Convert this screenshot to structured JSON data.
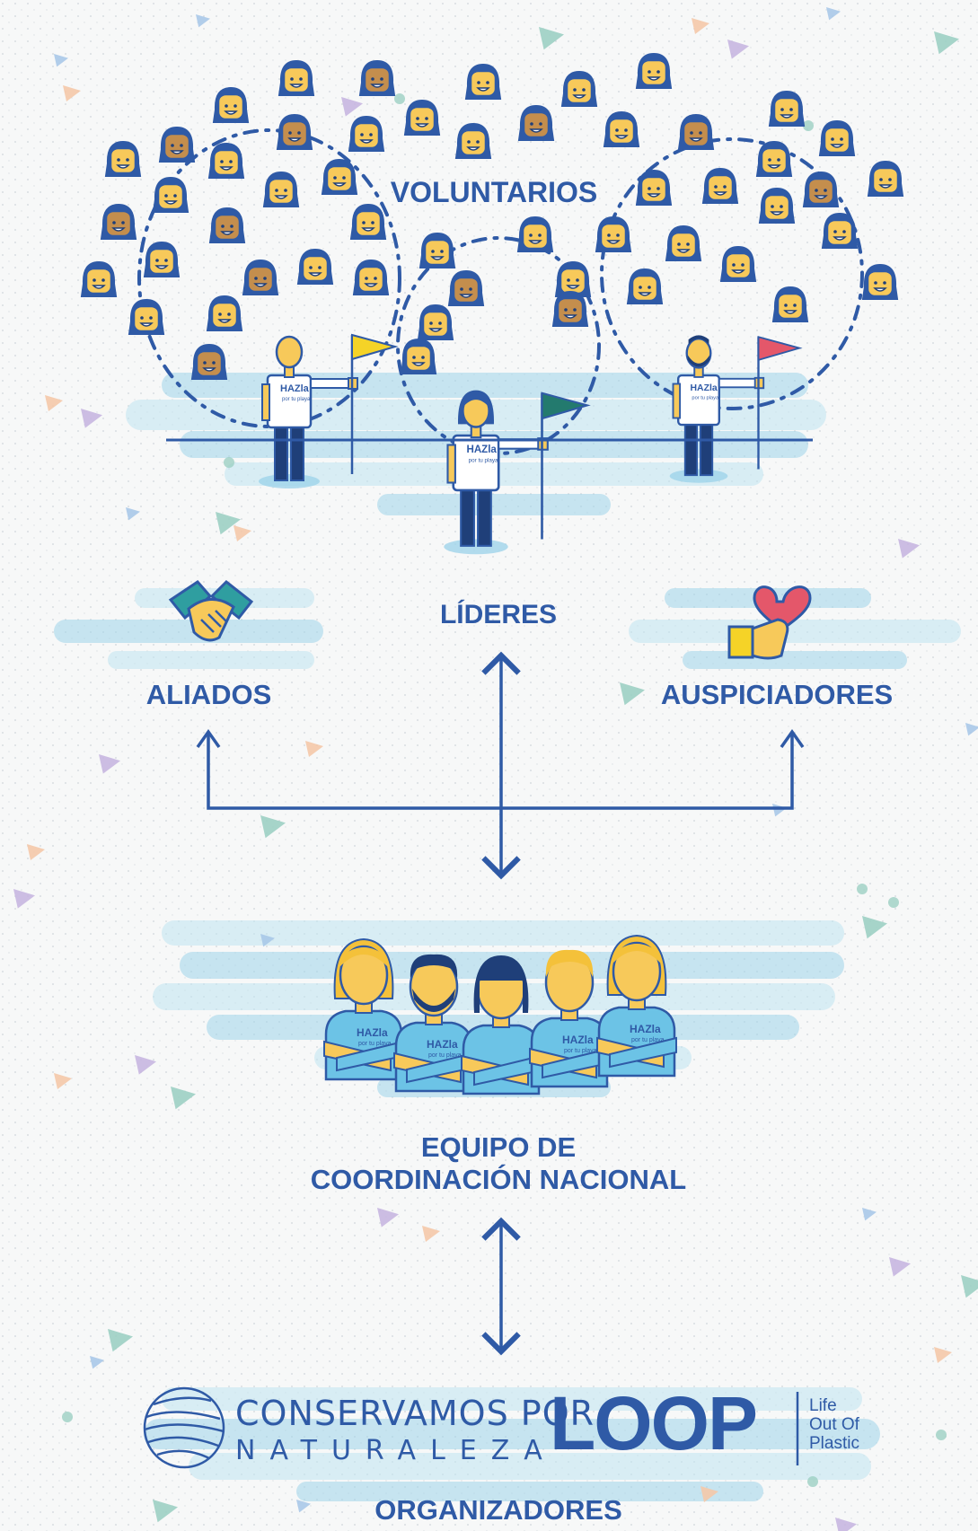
{
  "labels": {
    "voluntarios": "VOLUNTARIOS",
    "lideres": "LÍDERES",
    "aliados": "ALIADOS",
    "auspiciadores": "AUSPICIADORES",
    "equipo_line1": "EQUIPO DE",
    "equipo_line2": "COORDINACIÓN NACIONAL",
    "organizadores": "ORGANIZADORES"
  },
  "shirt_brand": {
    "name": "HAZla",
    "tagline": "por tu playa"
  },
  "logos": {
    "conservamos_line1": "CONSERVAMOS POR",
    "conservamos_line2": "NATURALEZA",
    "loop_word": "LOOP",
    "loop_tagline": [
      "Life",
      "Out Of",
      "Plastic"
    ]
  },
  "colors": {
    "primary_blue": "#2f5aa6",
    "navy": "#1f3f79",
    "water": "#bfe3f1",
    "water_dark": "#9fd3ea",
    "skin": "#f7c95a",
    "skin_dark": "#c48e4d",
    "hair": "#2f5aa6",
    "flag_yellow": "#f5d327",
    "flag_green": "#237a6e",
    "flag_red": "#e4576a",
    "shirt_team": "#6cc3e6",
    "confetti": [
      "#a9c8e8",
      "#f4c8a8",
      "#c7b6e0",
      "#9ccfc3"
    ]
  },
  "icons": {
    "handshake": "handshake-icon",
    "heart_hand": "heart-hand-icon",
    "flag": "flag-icon",
    "volunteer_face": "volunteer-face-icon"
  }
}
